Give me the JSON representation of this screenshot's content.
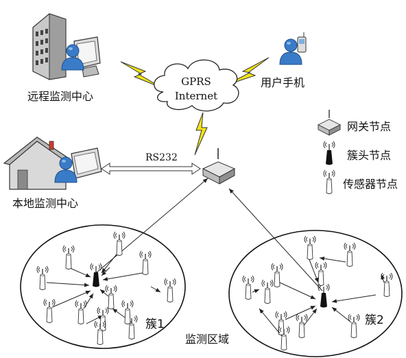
{
  "labels": {
    "remote_center": "远程监测中心",
    "user_phone": "用户手机",
    "cloud_line1": "GPRS",
    "cloud_line2": "Internet",
    "rs232": "RS232",
    "local_center": "本地监测中心",
    "cluster1": "簇1",
    "cluster2": "簇2",
    "monitor_area": "监测区域"
  },
  "legend": {
    "gateway": "网关节点",
    "cluster_head": "簇头节点",
    "sensor": "传感器节点"
  },
  "icons": {
    "remote_center": "computer-with-user-icon",
    "local_center": "house-with-user-icon",
    "phone": "user-with-phone-icon",
    "cloud": "cloud-icon",
    "gateway": "gateway-router-icon",
    "cluster_head": "black-sensor-icon",
    "sensor": "white-sensor-icon",
    "lightning": "lightning-bolt-icon"
  },
  "colors": {
    "lightning": "#f2e21a",
    "user": "#3a7bc8",
    "building": "#c9c9c9",
    "roof": "#b8b8b8",
    "chimney": "#d23a2a",
    "line": "#222222"
  }
}
